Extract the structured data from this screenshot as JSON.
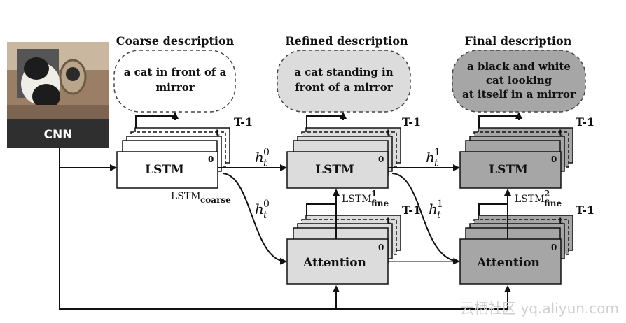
{
  "headings": {
    "coarse": "Coarse description",
    "refined": "Refined description",
    "final": "Final description"
  },
  "bubbles": {
    "coarse": [
      "a cat in front of a",
      "mirror"
    ],
    "refined": [
      "a cat standing in",
      "front of a mirror"
    ],
    "final": [
      "a black and white",
      "cat looking",
      "at itself in a mirror"
    ]
  },
  "boxes": {
    "lstm_label": "LSTM",
    "attention_label": "Attention",
    "t_minus_1": "T-1",
    "t": "t",
    "zero": "0"
  },
  "stage_labels": {
    "lstm_coarse": "LSTM",
    "lstm_coarse_sub": "coarse",
    "lstm_fine": "LSTM",
    "lstm_fine_sub": "fine",
    "lstm_fine1_sup": "1",
    "lstm_fine2_sup": "2"
  },
  "edges": {
    "h": "h",
    "sub_t": "t",
    "sup_0": "0",
    "sup_1": "1"
  },
  "cnn": {
    "label": "CNN"
  },
  "watermark": "云栖社区 yq.aliyun.com",
  "colors": {
    "coarse_fill": "#ffffff",
    "refined_fill": "#dcdcdc",
    "final_fill": "#a6a6a6",
    "cnn_fill": "#2f2f2f"
  }
}
